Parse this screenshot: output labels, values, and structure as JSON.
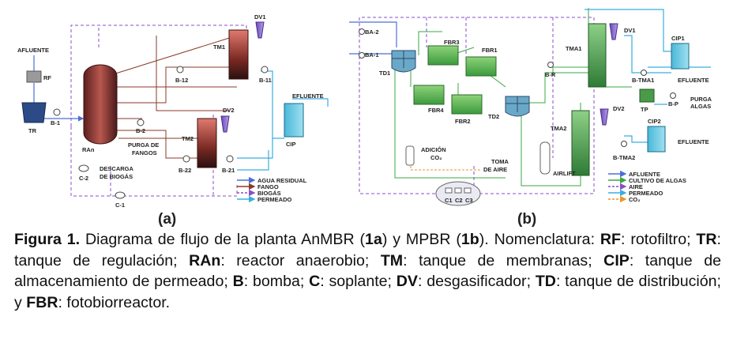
{
  "panel_a": {
    "letter": "(a)",
    "labels": {
      "afluente": "AFLUENTE",
      "rf": "RF",
      "tr": "TR",
      "b1": "B-1",
      "ran": "RAn",
      "b2": "B-2",
      "purga": "PURGA DE",
      "purga2": "FANGOS",
      "c2": "C-2",
      "descarga": "DESCARGA",
      "descarga2": "DE BIOGÁS",
      "c1": "C-1",
      "dv1": "DV1",
      "dv2": "DV2",
      "tm1": "TM1",
      "tm2": "TM2",
      "b11": "B-11",
      "b12": "B-12",
      "b21": "B-21",
      "b22": "B-22",
      "cip": "CIP",
      "efluente": "EFLUENTE"
    },
    "legend": [
      {
        "label": "AGUA RESIDUAL",
        "color": "#4a6fd8"
      },
      {
        "label": "FANGO",
        "color": "#8b3a2a"
      },
      {
        "label": "BIOGÁS",
        "color": "#8a4fc8"
      },
      {
        "label": "PERMEADO",
        "color": "#3aaee0"
      }
    ]
  },
  "panel_b": {
    "letter": "(b)",
    "labels": {
      "ba2": "BA-2",
      "ba1": "BA-1",
      "td1": "TD1",
      "td2": "TD2",
      "fbr1": "FBR1",
      "fbr2": "FBR2",
      "fbr3": "FBR3",
      "fbr4": "FBR4",
      "br": "B-R",
      "tma1": "TMA1",
      "tma2": "TMA2",
      "dv1": "DV1",
      "dv2": "DV2",
      "btma1": "B-TMA1",
      "btma2": "B-TMA2",
      "tp": "TP",
      "bp": "B-P",
      "purga": "PURGA",
      "purga2": "ALGAS",
      "cip1": "CIP1",
      "cip2": "CIP2",
      "efluente1": "EFLUENTE",
      "efluente2": "EFLUENTE",
      "adicion": "ADICIÓN",
      "co2": "CO₂",
      "toma": "TOMA",
      "toma2": "DE AIRE",
      "airlift": "AIRLIFT",
      "c1": "C1",
      "c2": "C2",
      "c3": "C3"
    },
    "legend": [
      {
        "label": "AFLUENTE",
        "color": "#4a6fd8"
      },
      {
        "label": "CULTIVO DE ALGAS",
        "color": "#3aa844"
      },
      {
        "label": "AIRE",
        "color": "#8a4fc8"
      },
      {
        "label": "PERMEADO",
        "color": "#3aaee0"
      },
      {
        "label": "CO₂",
        "color": "#e8962a"
      }
    ]
  },
  "caption": {
    "figure": "Figura 1.",
    "t1": " Diagrama de flujo de la planta AnMBR (",
    "ref_a": "1a",
    "t2": ") y MPBR (",
    "ref_b": "1b",
    "t3": "). Nomenclatura: ",
    "k_rf": "RF",
    "v_rf": ": rotofiltro; ",
    "k_tr": "TR",
    "v_tr": ": tanque de regulación; ",
    "k_ran": "RAn",
    "v_ran": ": reactor anaerobio; ",
    "k_tm": "TM",
    "v_tm": ": tanque de membranas; ",
    "k_cip": "CIP",
    "v_cip": ": tanque de almacenamiento de permeado; ",
    "k_b": "B",
    "v_b": ": bomba; ",
    "k_c": "C",
    "v_c": ": soplante; ",
    "k_dv": "DV",
    "v_dv": ": desgasificador; ",
    "k_td": "TD",
    "v_td": ": tanque de distribución; y ",
    "k_fbr": "FBR",
    "v_fbr": ": fotobiorreactor."
  }
}
